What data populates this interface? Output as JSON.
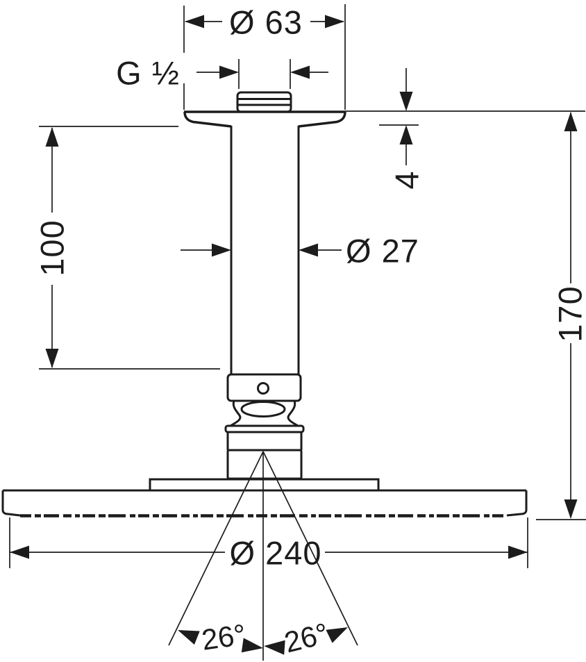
{
  "drawing": {
    "name": "Ceiling-mounted overhead shower — dimensional line drawing",
    "background": "#ffffff",
    "line_color": "#1c1c1c",
    "dimensions": {
      "top_diameter": "Ø 63",
      "thread": "G ½",
      "ceiling_pipe_length": "100",
      "pipe_diameter": "Ø 27",
      "plate_offset": "4",
      "overall_height": "170",
      "head_diameter": "Ø 240",
      "spray_angle_left": "26°",
      "spray_angle_right": "26°"
    }
  }
}
